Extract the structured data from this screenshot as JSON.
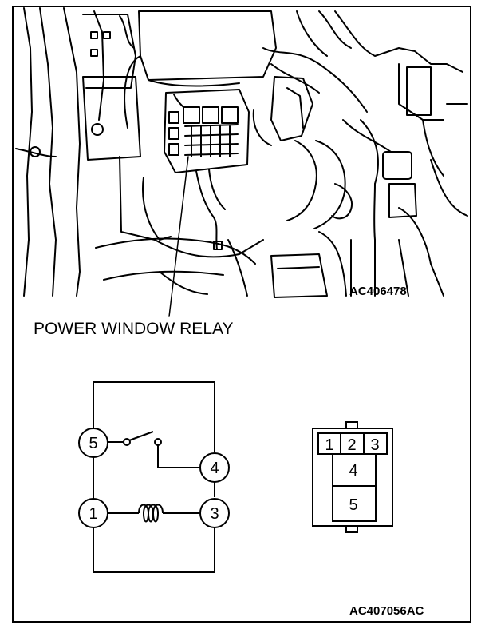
{
  "figure": {
    "photo_code": "AC406478",
    "component_label": "POWER WINDOW RELAY",
    "figure_code": "AC407056AC"
  },
  "relay_schematic": {
    "terminal_5": "5",
    "terminal_4": "4",
    "terminal_1": "1",
    "terminal_3": "3"
  },
  "connector": {
    "pin_1": "1",
    "pin_2": "2",
    "pin_3": "3",
    "pin_4": "4",
    "pin_5": "5"
  }
}
